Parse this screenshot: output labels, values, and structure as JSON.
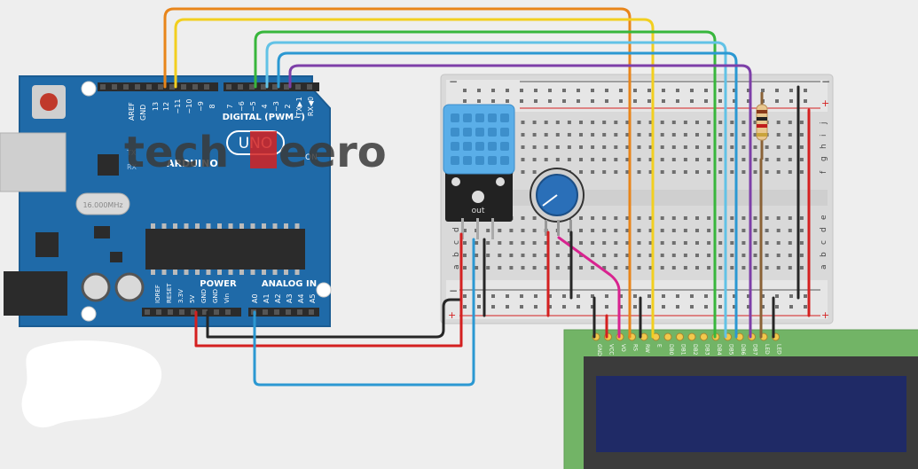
{
  "arduino": {
    "board_name": "ARDUINO",
    "uno_label": "UNO",
    "digital_label": "DIGITAL (PWM~)",
    "power_label": "POWER",
    "analog_label": "ANALOG IN",
    "tx_label": "TX",
    "rx_label": "RX",
    "on_label": "ON",
    "aref": "AREF",
    "gnd": "GND",
    "digital_pins": [
      "13",
      "12",
      "~11",
      "~10",
      "~9",
      "8",
      "7",
      "~6",
      "~5",
      "4",
      "~3",
      "2",
      "TX▶1",
      "RX◀0"
    ],
    "power_pins": [
      "IOREF",
      "RESET",
      "3.3V",
      "5V",
      "GND",
      "GND",
      "Vin"
    ],
    "analog_pins": [
      "A0",
      "A1",
      "A2",
      "A3",
      "A4",
      "A5"
    ],
    "crystal_label": "16.000MHz"
  },
  "watermark": {
    "left": "tech",
    "right": "eero"
  },
  "breadboard": {
    "row_letters_top": [
      "f",
      "g",
      "h",
      "i",
      "j"
    ],
    "row_letters_bottom": [
      "a",
      "b",
      "c",
      "d",
      "e"
    ],
    "plus": "+",
    "minus": "−"
  },
  "dht11": {
    "label": "out"
  },
  "lcd": {
    "pins": [
      "GND",
      "VCC",
      "VO",
      "RS",
      "RW",
      "E",
      "DB0",
      "DB1",
      "DB2",
      "DB3",
      "DB4",
      "DB5",
      "DB6",
      "DB7",
      "LED",
      "LED"
    ]
  },
  "colors": {
    "board": "#1f6aa8",
    "board_dark": "#174f80",
    "lcd_green": "#72b466",
    "lcd_screen": "#1f2a66",
    "wire_orange": "#e8851a",
    "wire_yellow": "#f2cf1f",
    "wire_green": "#38b63c",
    "wire_lightblue": "#62c2e6",
    "wire_blue": "#2b98d2",
    "wire_purple": "#7d3fa8",
    "wire_red": "#d42020",
    "wire_black": "#262626",
    "wire_magenta": "#d8238f",
    "wire_brown": "#8a6236"
  }
}
